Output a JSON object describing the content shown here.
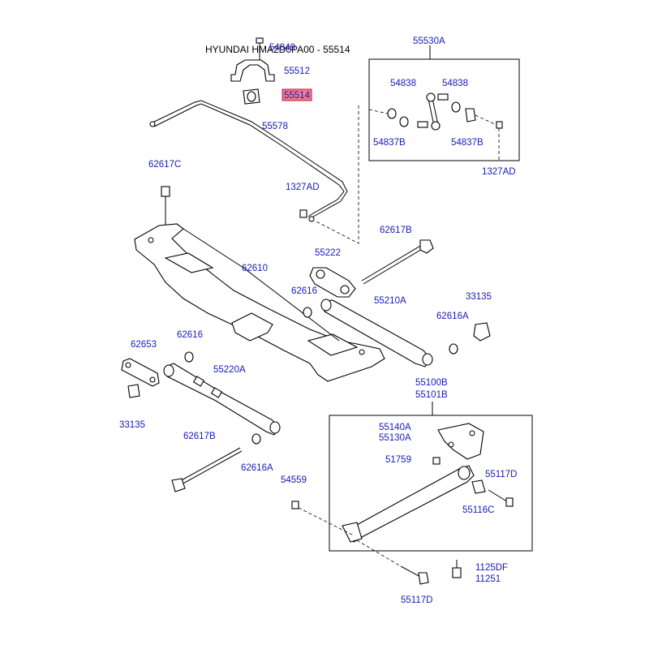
{
  "title": "HYUNDAI HMA2D0PA00 - 55514",
  "highlight_color": "#f07a8c",
  "label_color": "#1a1ab4",
  "parts": {
    "p54849": "54849",
    "p55512": "55512",
    "p55514": "55514",
    "p55578": "55578",
    "p62617C": "62617C",
    "p1327AD_a": "1327AD",
    "p55530A": "55530A",
    "p54838_a": "54838",
    "p54838_b": "54838",
    "p54837B_a": "54837B",
    "p54837B_b": "54837B",
    "p1327AD_b": "1327AD",
    "p62617B_a": "62617B",
    "p55222": "55222",
    "p62610": "62610",
    "p62616_a": "62616",
    "p55210A": "55210A",
    "p33135_a": "33135",
    "p62616A_a": "62616A",
    "p62653": "62653",
    "p62616_b": "62616",
    "p55220A": "55220A",
    "p33135_b": "33135",
    "p55100B": "55100B",
    "p55101B": "55101B",
    "p55140A": "55140A",
    "p55130A": "55130A",
    "p62617B_b": "62617B",
    "p62616A_b": "62616A",
    "p51759": "51759",
    "p55117D_a": "55117D",
    "p54559": "54559",
    "p55116C": "55116C",
    "p1125DF": "1125DF",
    "p11251": "11251",
    "p55117D_b": "55117D"
  }
}
